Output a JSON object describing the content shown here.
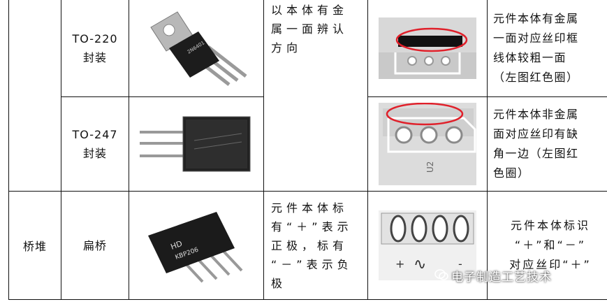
{
  "rows": [
    {
      "category": "",
      "package": [
        "TO-220",
        "封装"
      ],
      "component_marking": "2N6401",
      "description": [
        "以本体有金",
        "属一面辨认",
        "方向"
      ],
      "note": [
        "元件本体有金属",
        "一面对应丝印框",
        "线体较粗一面",
        "（左图红色圈）"
      ]
    },
    {
      "package": [
        "TO-247",
        "封装"
      ],
      "note": [
        "元件本体非金属",
        "面对应丝印有缺",
        "角一边（左图红",
        "色圈）"
      ],
      "pcb_label": "U2"
    },
    {
      "category": "桥堆",
      "package": [
        "扁桥"
      ],
      "component_marking": [
        "HD",
        "KBP206"
      ],
      "description": [
        "元件本体标",
        "有“＋”表示",
        "正极，标有",
        "“－”表示负",
        "极"
      ],
      "note": [
        "元件本体标识",
        "“＋”和“－”",
        "对应丝印“＋”"
      ],
      "pcb_symbols": [
        "+",
        "∿",
        "-"
      ]
    }
  ],
  "watermark": "电子制造工艺技术",
  "colors": {
    "highlight": "#e0202a",
    "border": "#111111"
  }
}
